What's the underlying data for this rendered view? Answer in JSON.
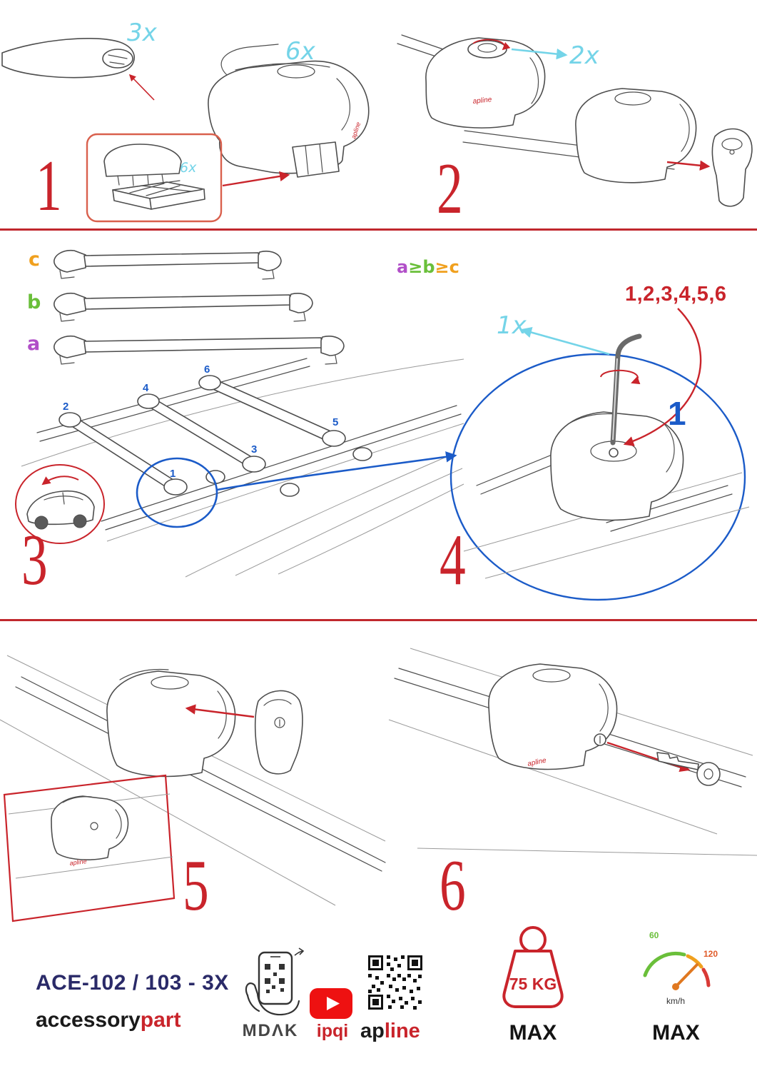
{
  "brand": "apline",
  "colors": {
    "accent_red": "#c9242b",
    "label_cyan": "#74d4e8",
    "highlight_blue": "#1b5bc8",
    "model_navy": "#2a2a68",
    "bar_a_purple": "#b14fc8",
    "bar_b_green": "#6abf3a",
    "bar_c_orange": "#f0a01e"
  },
  "step1": {
    "number": "1",
    "bar_qty": "3x",
    "foot_qty": "6x",
    "pad_qty": "6x"
  },
  "step2": {
    "number": "2",
    "knob_qty": "2x"
  },
  "step3": {
    "number": "3",
    "bar_label_a": "a",
    "bar_label_b": "b",
    "bar_label_c": "c",
    "formula_a": "a",
    "formula_ge1": "≥",
    "formula_b": "b",
    "formula_ge2": "≥",
    "formula_c": "c",
    "positions": [
      "1",
      "2",
      "3",
      "4",
      "5",
      "6"
    ]
  },
  "step4": {
    "number": "4",
    "sequence": "1,2,3,4,5,6",
    "tool_qty": "1x",
    "detail_number": "1"
  },
  "step5": {
    "number": "5"
  },
  "step6": {
    "number": "6"
  },
  "footer": {
    "model": "ACE-102 / 103 - 3X",
    "accessory": "accessory",
    "part": "part",
    "mdak": "MDΛK",
    "ipqi": "ipqi",
    "apline_ap": "ap",
    "apline_line": "line",
    "weight": "75 KG",
    "weight_max": "MAX",
    "speed_low": "60",
    "speed_high": "120",
    "speed_unit": "km/h",
    "speed_max": "MAX"
  }
}
